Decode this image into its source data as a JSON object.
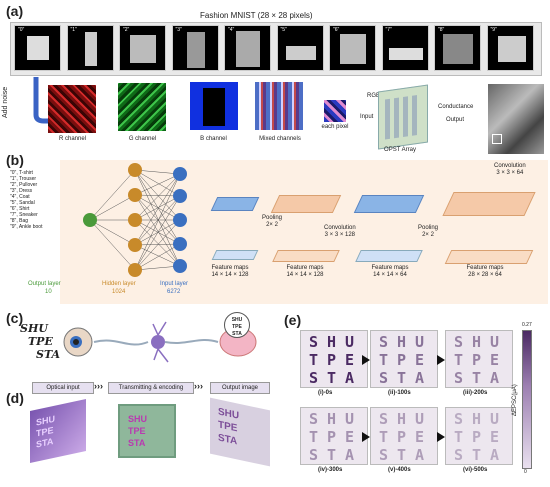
{
  "panel_labels": {
    "a": "(a)",
    "b": "(b)",
    "c": "(c)",
    "d": "(d)",
    "e": "(e)"
  },
  "panel_a": {
    "title": "Fashion MNIST (28 × 28 pixels)",
    "class_indices": [
      "\"0\"",
      "\"1\"",
      "\"2\"",
      "\"3\"",
      "\"4\"",
      "\"5\"",
      "\"6\"",
      "\"7\"",
      "\"8\"",
      "\"9\""
    ],
    "add_noise": "Add noise",
    "channels": [
      "R channel",
      "G channel",
      "B channel",
      "Mixed channels"
    ],
    "each_pixel": "each pixel",
    "rgb": "RGB",
    "input": "Input",
    "array": "OPST Array",
    "conductance": "Conductance",
    "output": "Output"
  },
  "panel_b": {
    "class_list": [
      "\"0\", T-shirt",
      "\"1\", Trouser",
      "\"2\", Pullover",
      "\"3\", Dress",
      "\"4\", Coat",
      "\"5\", Sandal",
      "\"6\", Shirt",
      "\"7\", Sneaker",
      "\"8\", Bag",
      "\"9\", Ankle boot"
    ],
    "output_layer": "Output layer",
    "output_n": "10",
    "hidden_layer": "Hidden layer",
    "hidden_n": "1024",
    "input_layer": "Input layer",
    "input_n": "6272",
    "pooling1": "Pooling",
    "pooling1_size": "2× 2",
    "conv1": "Convolution",
    "conv1_size": "3 × 3 × 128",
    "pooling2": "Pooling",
    "pooling2_size": "2× 2",
    "conv2": "Convolution",
    "conv2_size": "3 × 3 × 64",
    "fm": [
      {
        "label": "Feature maps",
        "size": "14 × 14 × 128"
      },
      {
        "label": "Feature maps",
        "size": "14 × 14 × 128"
      },
      {
        "label": "Feature maps",
        "size": "14 × 14 × 64"
      },
      {
        "label": "Feature maps",
        "size": "28 × 28 × 64"
      }
    ],
    "colors": {
      "output": "#4a9a3a",
      "hidden": "#c88a2a",
      "input": "#3a6fc0"
    }
  },
  "panel_c": {
    "letters": [
      "SHU",
      "TPE",
      "STA"
    ]
  },
  "panel_d": {
    "optical_input": "Optical input",
    "transmitting": "Transmitting & encoding",
    "output_image": "Output image"
  },
  "panel_e": {
    "letters": [
      "S",
      "H",
      "U",
      "T",
      "P",
      "E",
      "S",
      "T",
      "A"
    ],
    "frames": [
      {
        "label": "(i)-0s",
        "level": 1.0
      },
      {
        "label": "(ii)-100s",
        "level": 0.55
      },
      {
        "label": "(iii)-200s",
        "level": 0.45
      },
      {
        "label": "(iv)-300s",
        "level": 0.35
      },
      {
        "label": "(v)-400s",
        "level": 0.28
      },
      {
        "label": "(vi)-500s",
        "level": 0.2
      }
    ],
    "colorbar_max": "0.27",
    "colorbar_min": "0",
    "colorbar_label": "ΔEPSC(μA)"
  }
}
